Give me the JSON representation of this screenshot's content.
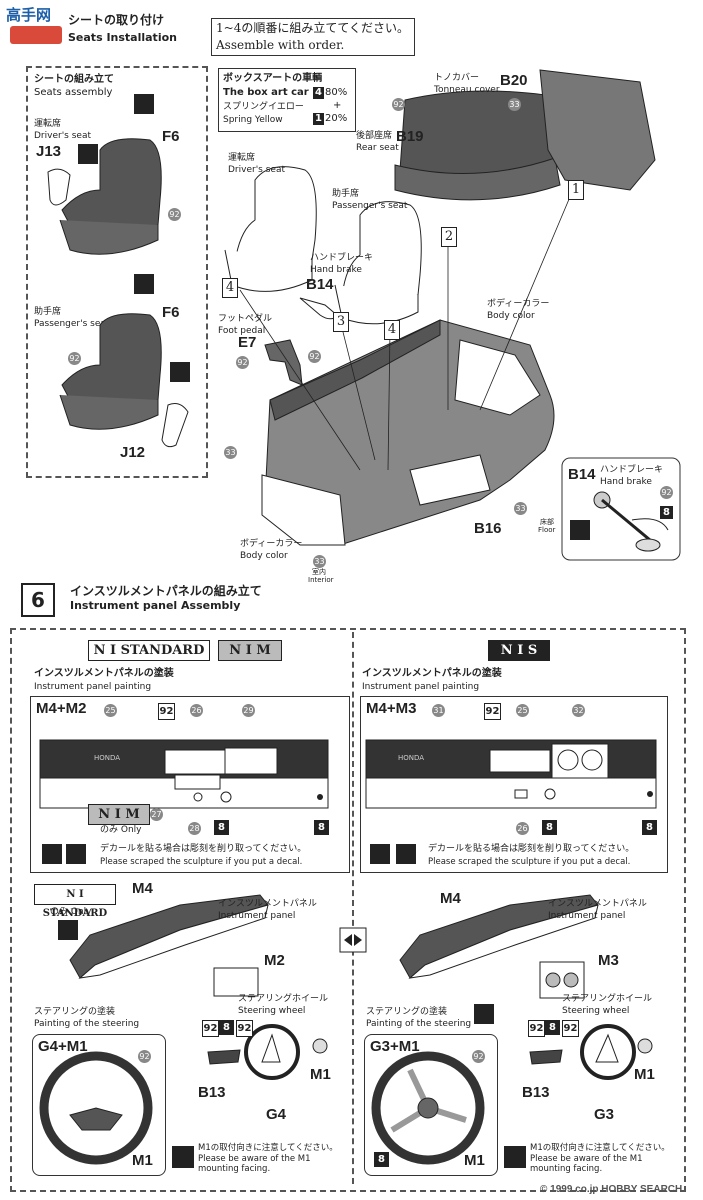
{
  "watermark": {
    "left_logo": "高手网",
    "right_logo": "1999.co.jp",
    "brand": "HOBBY SEARCH",
    "prefix": "©"
  },
  "step5": {
    "title_jp": "シートの取り付け",
    "title_en": "Seats Installation",
    "instruction_jp": "1~4の順番に組み立ててください。",
    "instruction_en": "Assemble with order.",
    "seats_assembly": {
      "title_jp": "シートの組み立て",
      "title_en": "Seats assembly"
    },
    "driver_seat": {
      "jp": "運転席",
      "en": "Driver's seat"
    },
    "passenger_seat": {
      "jp": "助手席",
      "en": "Passenger's seat"
    },
    "box_art": {
      "title_jp": "ボックスアートの車輌",
      "title_en": "The box art car",
      "color_jp": "スプリングイエロー",
      "color_en": "Spring Yellow",
      "mix1_code": "4",
      "mix1_pct": "80%",
      "plus": "+",
      "mix2_code": "1",
      "mix2_pct": "20%"
    },
    "tonneau": {
      "jp": "トノカバー",
      "en": "Tonneau cover",
      "part": "B20"
    },
    "rear_seat": {
      "jp": "後部座席",
      "en": "Rear seat",
      "part": "B19"
    },
    "hand_brake": {
      "jp": "ハンドブレーキ",
      "en": "Hand brake",
      "part": "B14"
    },
    "foot_pedal": {
      "jp": "フットペダル",
      "en": "Foot pedal",
      "part": "E7"
    },
    "body_color": {
      "jp": "ボディーカラー",
      "en": "Body color"
    },
    "floor": {
      "jp": "床部",
      "en": "Floor",
      "part": "B16"
    },
    "interior": {
      "jp": "室内",
      "en": "Interior"
    },
    "parts": {
      "j13": "J13",
      "j12": "J12",
      "f6": "F6"
    },
    "steps": [
      "1",
      "2",
      "3",
      "4"
    ],
    "color_codes": {
      "c92": "92",
      "c33": "33",
      "c8": "8"
    }
  },
  "step6": {
    "number": "6",
    "title_jp": "インスツルメントパネルの組み立て",
    "title_en": "Instrument panel Assembly",
    "variant_standard": "N I STANDARD",
    "variant_m": "N I M",
    "variant_s": "N I S",
    "painting_jp": "インスツルメントパネルの塗装",
    "painting_en": "Instrument panel painting",
    "left_combo": "M4+M2",
    "right_combo": "M4+M3",
    "left_codes": [
      "25",
      "92",
      "26",
      "29",
      "27",
      "28",
      "8",
      "8"
    ],
    "right_codes": [
      "31",
      "92",
      "25",
      "32",
      "26",
      "8",
      "8"
    ],
    "only_jp": "のみ",
    "only_en": "Only",
    "decal_note_jp": "デカールを貼る場合は彫刻を削り取ってください。",
    "decal_note_en": "Please scraped the sculpture if you put a decal.",
    "panel_label_jp": "インスツルメントパネル",
    "panel_label_en": "Instrument panel",
    "steering_wheel_jp": "ステアリングホイール",
    "steering_wheel_en": "Steering wheel",
    "steering_paint_jp": "ステアリングの塗装",
    "steering_paint_en": "Painting of the steering",
    "left_wheel_combo": "G4+M1",
    "right_wheel_combo": "G3+M1",
    "parts": {
      "m4": "M4",
      "m2": "M2",
      "m3": "M3",
      "m1": "M1",
      "b13": "B13",
      "g4": "G4",
      "g3": "G3"
    },
    "m1_note_jp": "M1の取付向きに注意してください。",
    "m1_note_en": "Please be aware of the M1 mounting facing.",
    "mount_codes": [
      "92",
      "8",
      "92"
    ],
    "panel_brand": "HONDA"
  }
}
